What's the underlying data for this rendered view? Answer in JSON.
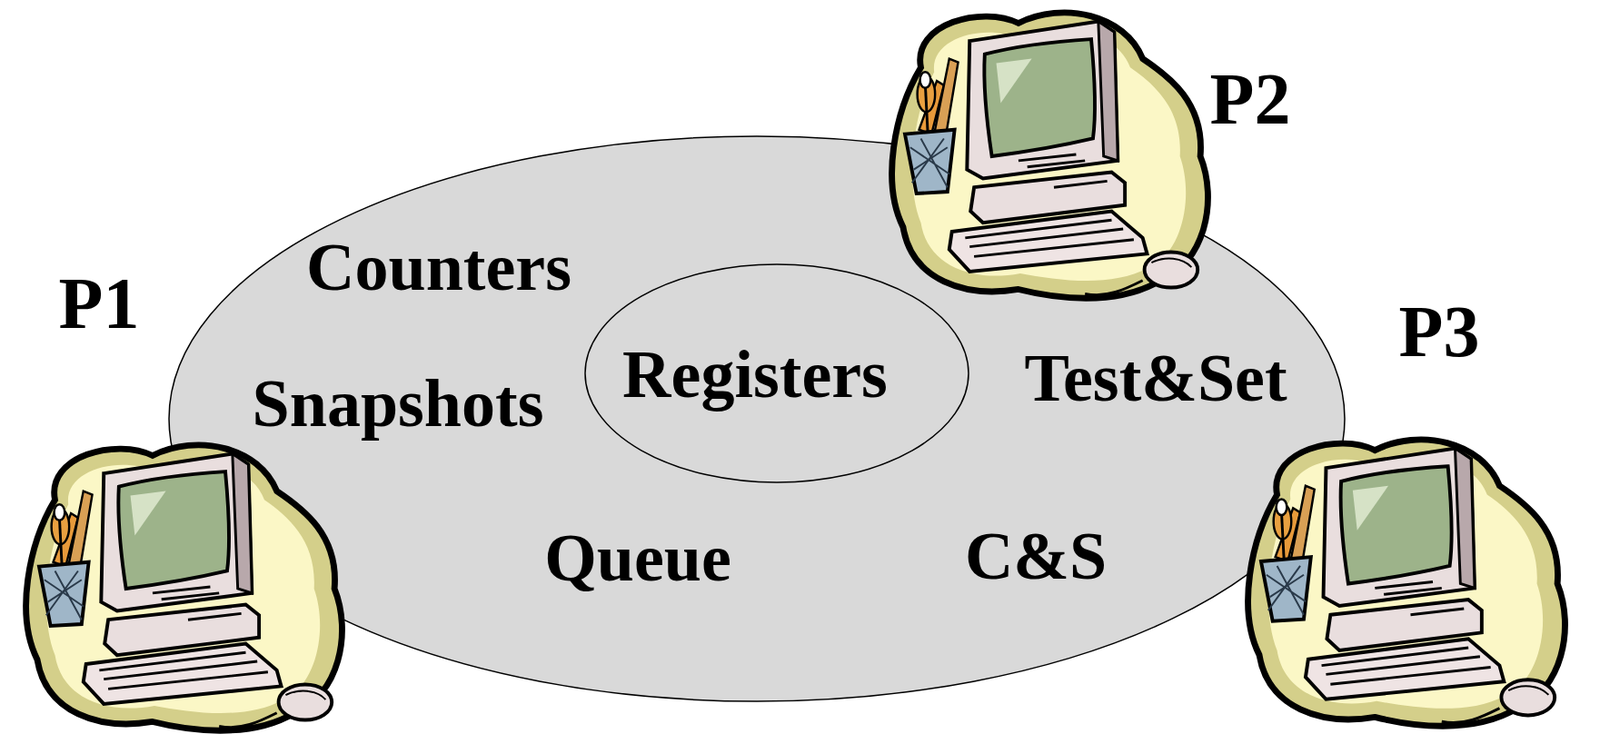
{
  "diagram": {
    "nodes": [
      {
        "text": [
          "Counters",
          "Snapshots",
          "Test&Set",
          "Queue",
          "C&S"
        ]
      },
      {
        "text": [
          "Registers"
        ],
        "in": 0
      }
    ],
    "labels": [
      "P1",
      "P2",
      "P3"
    ]
  }
}
